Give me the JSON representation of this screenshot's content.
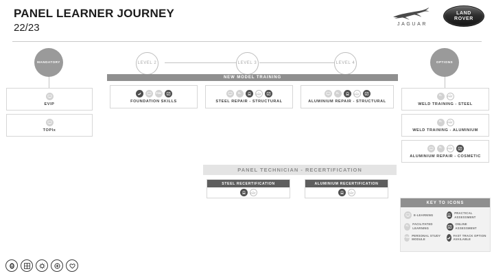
{
  "header": {
    "title": "PANEL LEARNER JOURNEY",
    "subtitle": "22/23",
    "jaguar_logo_word": "JAGUAR",
    "landrover_line1": "LAND",
    "landrover_line2": "ROVER"
  },
  "nodes": [
    {
      "id": "mandatory",
      "label": "MANDATORY",
      "style": "filled"
    },
    {
      "id": "level-2",
      "label": "LEVEL 2",
      "style": "hollow"
    },
    {
      "id": "level-3",
      "label": "LEVEL 3",
      "style": "hollow"
    },
    {
      "id": "level-4",
      "label": "LEVEL 4",
      "style": "hollow"
    },
    {
      "id": "options",
      "label": "OPTIONS",
      "style": "filled"
    }
  ],
  "banners": {
    "new_model_training": "NEW MODEL TRAINING",
    "recertification": "PANEL TECHNICIAN - RECERTIFICATION"
  },
  "mandatory_cards": [
    {
      "label": "EVIP",
      "icons": [
        "e-learning"
      ]
    },
    {
      "label": "TOPIx",
      "icons": [
        "e-learning"
      ]
    }
  ],
  "training_cards": [
    {
      "label": "FOUNDATION SKILLS",
      "icons": [
        "fast-track",
        "e-learning",
        "personal-study",
        "online-assessment"
      ]
    },
    {
      "label": "STEEL REPAIR - STRUCTURAL",
      "icons": [
        "e-learning",
        "facilitated-learning",
        "practical-assessment",
        "fast-track",
        "online-assessment"
      ]
    },
    {
      "label": "ALUMINIUM REPAIR - STRUCTURAL",
      "icons": [
        "e-learning",
        "facilitated-learning",
        "practical-assessment",
        "fast-track",
        "online-assessment"
      ]
    }
  ],
  "option_cards": [
    {
      "label": "WELD TRAINING - STEEL",
      "icons": [
        "facilitated-learning",
        "fast-track"
      ]
    },
    {
      "label": "WELD TRAINING - ALUMINIUM",
      "icons": [
        "facilitated-learning",
        "fast-track"
      ]
    },
    {
      "label": "ALUMINIUM REPAIR - COSMETIC",
      "icons": [
        "e-learning",
        "facilitated-learning",
        "fast-track",
        "online-assessment"
      ]
    }
  ],
  "recert_cards": [
    {
      "label": "STEEL RECERTIFICATION",
      "icons": [
        "practical-assessment",
        "fast-track"
      ]
    },
    {
      "label": "ALUMINIUM RECERTIFICATION",
      "icons": [
        "practical-assessment",
        "fast-track"
      ]
    }
  ],
  "legend": {
    "title": "KEY TO ICONS",
    "items": [
      {
        "icon": "e-learning",
        "label": "E-LEARNING"
      },
      {
        "icon": "practical-assessment",
        "label": "PRACTICAL ASSESSMENT"
      },
      {
        "icon": "facilitated-learning",
        "label": "FACILITATED LEARNING"
      },
      {
        "icon": "online-assessment",
        "label": "ONLINE ASSESSMENT"
      },
      {
        "icon": "personal-study",
        "label": "PERSONAL STUDY MODULE"
      },
      {
        "icon": "fast-track",
        "label": "FAST TRACK OPTION AVAILABLE"
      }
    ]
  },
  "footer_icons": [
    "fingerprint-icon",
    "grid-icon",
    "gears-icon",
    "target-icon",
    "heart-icon"
  ],
  "colors": {
    "accent_dark": "#4f4f4f",
    "accent_mid": "#8f8f8f",
    "accent_light": "#d2d2d2",
    "banner_light": "#e4e4e4",
    "text": "#231f20"
  }
}
